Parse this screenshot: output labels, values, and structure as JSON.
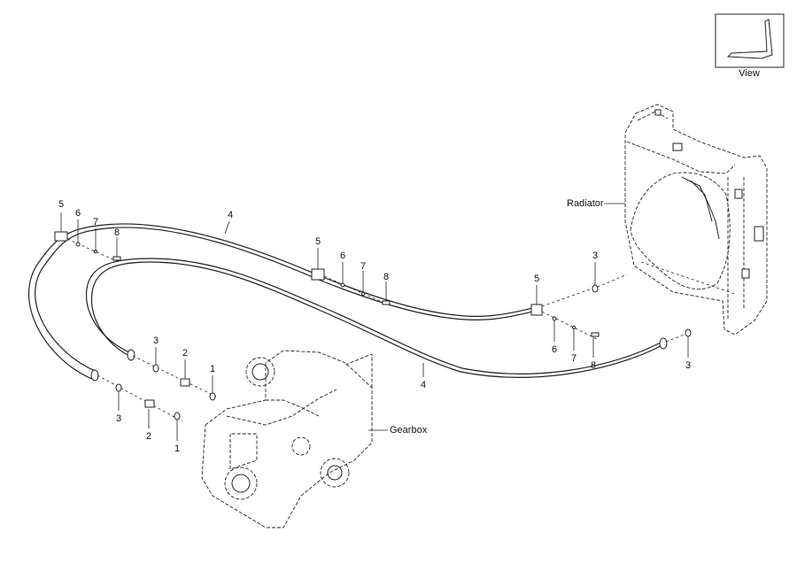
{
  "view_box": {
    "label": "View"
  },
  "components": {
    "radiator": "Radiator",
    "gearbox": "Gearbox"
  },
  "callouts": {
    "c5a": "5",
    "c6a": "6",
    "c7a": "7",
    "c8a": "8",
    "c4a": "4",
    "c5b": "5",
    "c6b": "6",
    "c7b": "7",
    "c8b": "8",
    "c5c": "5",
    "c3a": "3",
    "c6c": "6",
    "c7c": "7",
    "c8c": "8",
    "c3b": "3",
    "c4b": "4",
    "c3c": "3",
    "c2a": "2",
    "c1a": "1",
    "c3d": "3",
    "c2b": "2",
    "c1b": "1"
  }
}
